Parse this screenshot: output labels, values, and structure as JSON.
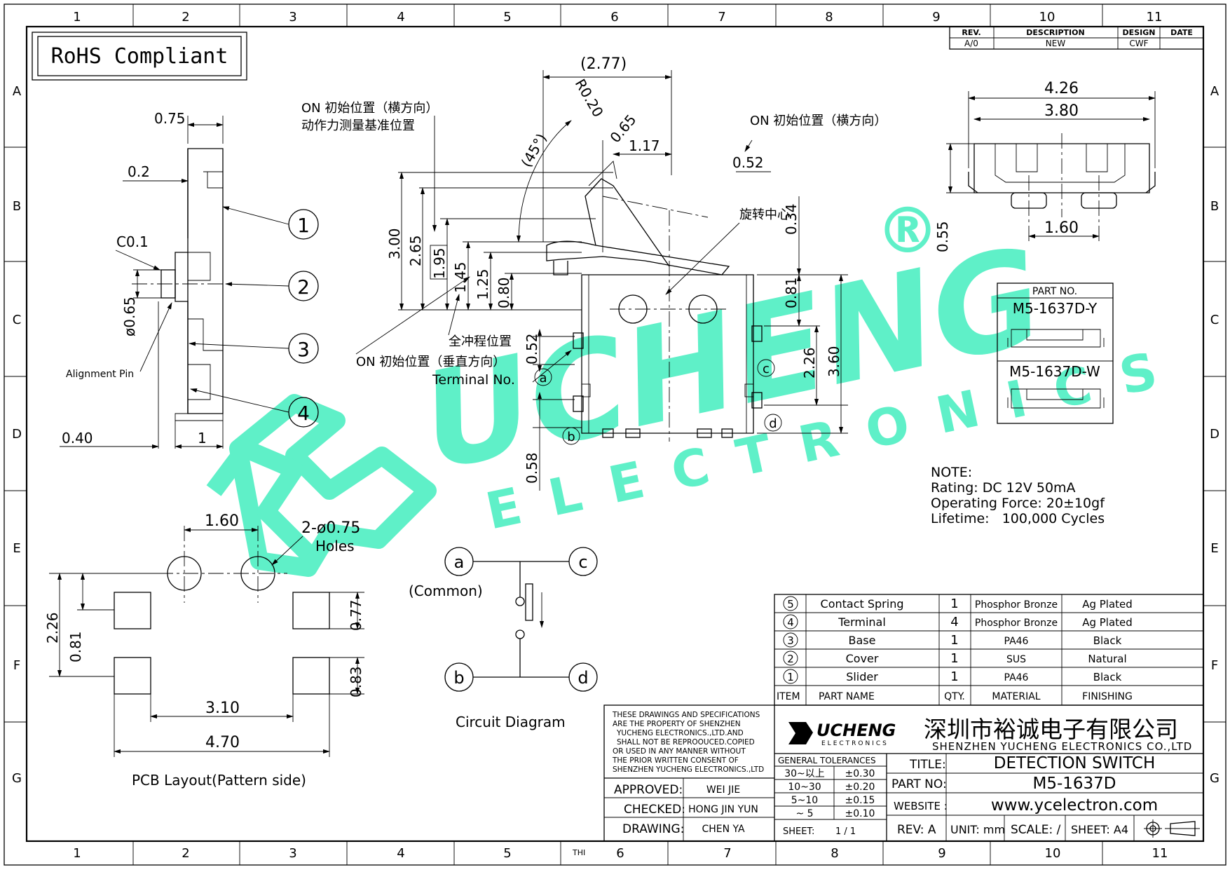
{
  "border": {
    "cols": [
      "1",
      "2",
      "3",
      "4",
      "5",
      "6",
      "7",
      "8",
      "9",
      "10",
      "11"
    ],
    "rows": [
      "A",
      "B",
      "C",
      "D",
      "E",
      "F",
      "G"
    ],
    "thi": "THI"
  },
  "revision": {
    "headers": [
      "REV.",
      "DESCRIPTION",
      "DESIGN",
      "DATE"
    ],
    "row": [
      "A/0",
      "NEW",
      "CWF",
      ""
    ]
  },
  "rohs": "RoHS Compliant",
  "watermark": {
    "brand": "UCHENG",
    "sub": "ELECTRONICS",
    "reg": "®"
  },
  "side_view": {
    "dims": [
      "0.75",
      "0.2",
      "C0.1",
      "ø0.65",
      "0.40",
      "1"
    ],
    "alignment_pin": "Alignment Pin",
    "balloons": [
      "1",
      "2",
      "3",
      "4"
    ]
  },
  "front_view": {
    "notes": {
      "on_h1": "ON 初始位置（横方向）",
      "on_h1b": "动作力测量基准位置",
      "on_h2": "ON 初始位置（横方向）",
      "rot_center": "旋转中心",
      "full_stroke": "全冲程位置",
      "on_v": "ON 初始位置（垂直方向）",
      "terminal_no": "Terminal No."
    },
    "dims": [
      "(2.77)",
      "R0.20",
      "0.65",
      "(45°)",
      "1.17",
      "0.52",
      "3.00",
      "2.65",
      "1.95",
      "1.45",
      "1.25",
      "0.80",
      "0.34",
      "0.81",
      "0.52",
      "2.26",
      "3.60",
      "0.58"
    ],
    "terminals": [
      "a",
      "b",
      "c",
      "d"
    ]
  },
  "top_view": {
    "dims": [
      "4.26",
      "3.80",
      "0.55",
      "1.60"
    ]
  },
  "part_no": {
    "header": "PART NO.",
    "items": [
      "M5-1637D-Y",
      "M5-1637D-W"
    ]
  },
  "note": {
    "title": "NOTE:",
    "lines": [
      "Rating: DC 12V 50mA",
      "Operating Force: 20±10gf",
      "Lifetime:   100,000 Cycles"
    ]
  },
  "pcb": {
    "dims": [
      "1.60",
      "2-ø0.75",
      "Holes",
      "2.26",
      "0.81",
      "0.77",
      "0.83",
      "3.10",
      "4.70"
    ],
    "caption": "PCB Layout(Pattern side)"
  },
  "circuit": {
    "labels": [
      "a",
      "c",
      "b",
      "d"
    ],
    "common": "(Common)",
    "caption": "Circuit Diagram"
  },
  "bom": {
    "rows": [
      {
        "item": "5",
        "name": "Contact Spring",
        "qty": "1",
        "material": "Phosphor Bronze",
        "finish": "Ag Plated"
      },
      {
        "item": "4",
        "name": "Terminal",
        "qty": "4",
        "material": "Phosphor Bronze",
        "finish": "Ag Plated"
      },
      {
        "item": "3",
        "name": "Base",
        "qty": "1",
        "material": "PA46",
        "finish": "Black"
      },
      {
        "item": "2",
        "name": "Cover",
        "qty": "1",
        "material": "SUS",
        "finish": "Natural"
      },
      {
        "item": "1",
        "name": "Slider",
        "qty": "1",
        "material": "PA46",
        "finish": "Black"
      }
    ],
    "header": {
      "item": "ITEM",
      "name": "PART NAME",
      "qty": "QTY.",
      "material": "MATERIAL",
      "finish": "FINISHING"
    }
  },
  "title_block": {
    "copyright": [
      "THESE DRAWINGS AND SPECIFICATIONS",
      "ARE THE PROPERTY OF SHENZHEN",
      "YUCHENG ELECTRONICS.,LTD.AND",
      "SHALL NOT BE REPROOUCED.COPIED",
      "OR USED IN ANY MANNER WITHOUT",
      "THE PRIOR WRITTEN CONSENT OF",
      "SHENZHEN YUCHENG ELECTRONICS.,LTD"
    ],
    "logo": "UCHENG",
    "logo_sub": "ELECTRONICS",
    "company_cn": "深圳市裕诚电子有限公司",
    "company_en": "SHENZHEN YUCHENG ELECTRONICS CO.,LTD",
    "tolerances_title": "GENERAL TOLERANCES",
    "tolerances": [
      [
        "30~以上",
        "±0.30"
      ],
      [
        "10~30",
        "±0.20"
      ],
      [
        "5~10",
        "±0.15"
      ],
      [
        "~ 5",
        "±0.10"
      ]
    ],
    "sheet_label": "SHEET:",
    "sheet_value": "1 / 1",
    "approved_label": "APPROVED:",
    "approved": "WEI JIE",
    "checked_label": "CHECKED:",
    "checked": "HONG JIN YUN",
    "drawing_label": "DRAWING:",
    "drawing": "CHEN YA",
    "title_label": "TITLE:",
    "title": "DETECTION SWITCH",
    "partno_label": "PART NO:",
    "partno": "M5-1637D",
    "website_label": "WEBSITE :",
    "website": "www.ycelectron.com",
    "rev": "REV: A",
    "unit": "UNIT: mm",
    "scale": "SCALE: /",
    "sheet_size": "SHEET: A4"
  }
}
